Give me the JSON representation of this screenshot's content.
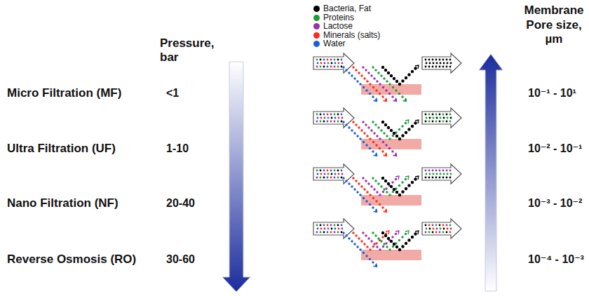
{
  "diagram": {
    "labels": [
      "Pressure, bar",
      "Membrane Pore size, µm",
      "Micro Filtration (MF)",
      "<1",
      "10⁻¹ - 10¹",
      "Ultra Filtration (UF)",
      "1-10",
      "10⁻² - 10⁻¹",
      "Nano Filtration (NF)",
      "20-40",
      "10⁻³ - 10⁻²",
      "Reverse Osmosis (RO)",
      "30-60",
      "10⁻⁴ - 10⁻³"
    ],
    "legend": [
      {
        "text": "Bacteria, Fat",
        "color": "#000000"
      },
      {
        "text": "Proteins",
        "color": "#1a9e3a"
      },
      {
        "text": "Lactose",
        "color": "#9b2fae"
      },
      {
        "text": "Minerals (salts)",
        "color": "#ff2a1a"
      },
      {
        "text": "Water",
        "color": "#1f5fd6"
      }
    ]
  }
}
